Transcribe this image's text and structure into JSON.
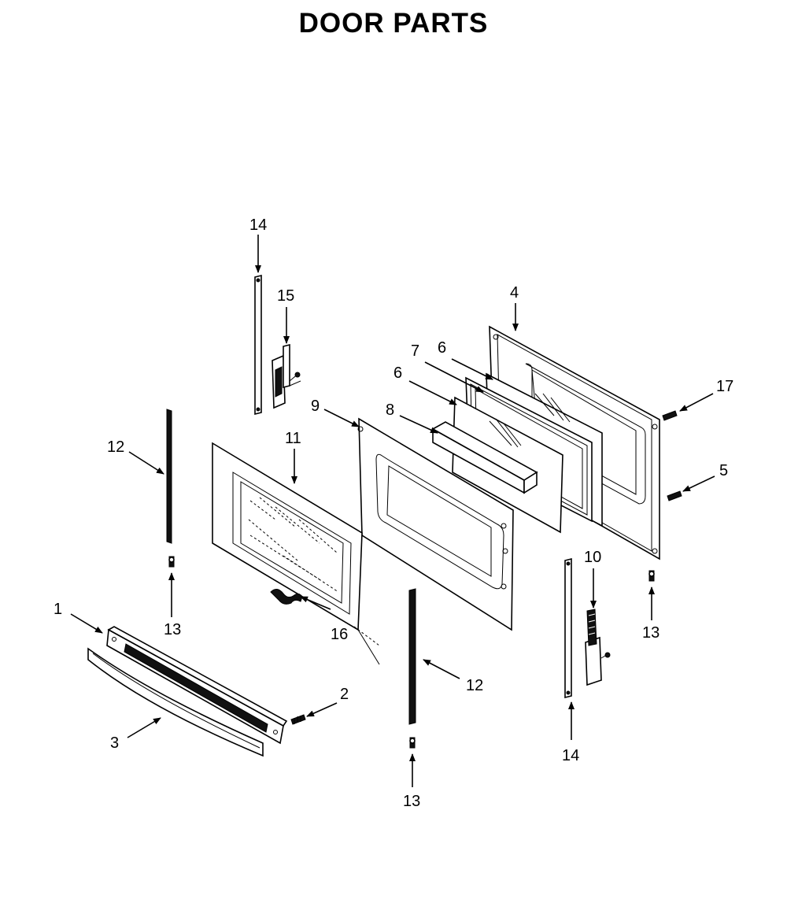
{
  "title": "DOOR PARTS",
  "callouts": [
    {
      "id": "c1",
      "label": "1"
    },
    {
      "id": "c2",
      "label": "2"
    },
    {
      "id": "c3",
      "label": "3"
    },
    {
      "id": "c4",
      "label": "4"
    },
    {
      "id": "c5",
      "label": "5"
    },
    {
      "id": "c6a",
      "label": "6"
    },
    {
      "id": "c6b",
      "label": "6"
    },
    {
      "id": "c7",
      "label": "7"
    },
    {
      "id": "c8",
      "label": "8"
    },
    {
      "id": "c9",
      "label": "9"
    },
    {
      "id": "c10",
      "label": "10"
    },
    {
      "id": "c11",
      "label": "11"
    },
    {
      "id": "c12a",
      "label": "12"
    },
    {
      "id": "c12b",
      "label": "12"
    },
    {
      "id": "c13a",
      "label": "13"
    },
    {
      "id": "c13b",
      "label": "13"
    },
    {
      "id": "c13c",
      "label": "13"
    },
    {
      "id": "c14a",
      "label": "14"
    },
    {
      "id": "c14b",
      "label": "14"
    },
    {
      "id": "c15",
      "label": "15"
    },
    {
      "id": "c16",
      "label": "16"
    },
    {
      "id": "c17",
      "label": "17"
    }
  ]
}
